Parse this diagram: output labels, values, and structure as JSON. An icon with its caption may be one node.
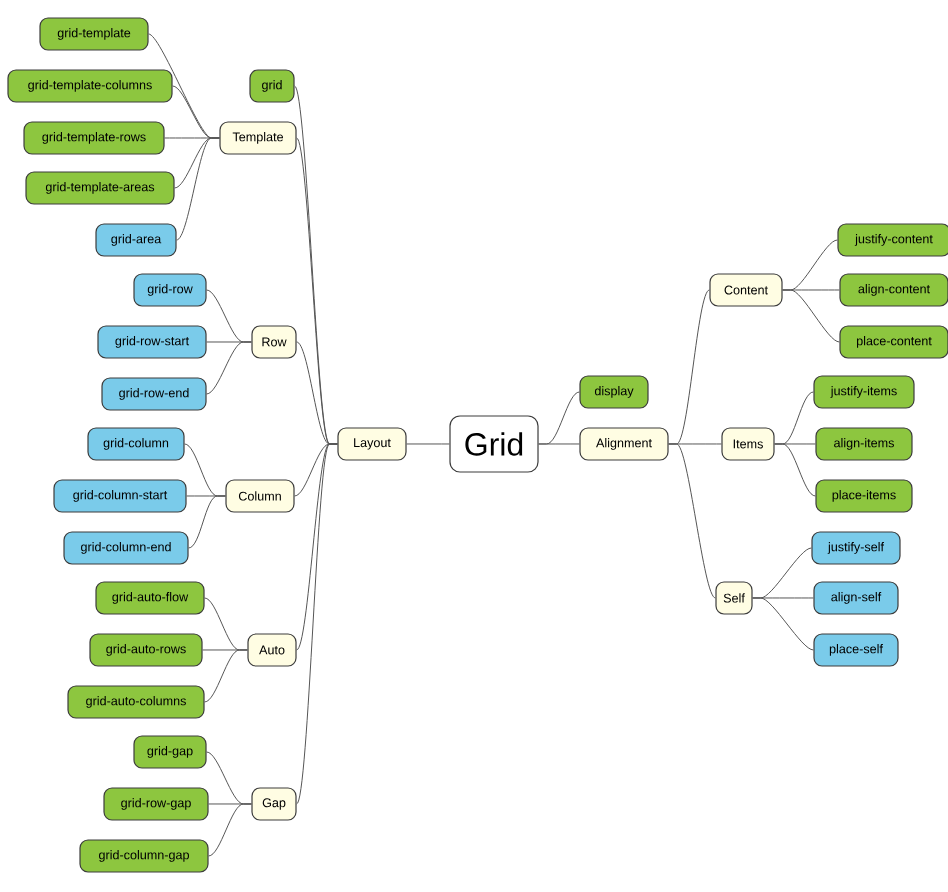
{
  "diagram": {
    "nodes": [
      {
        "text": [
          "Grid"
        ]
      },
      {
        "text": [
          "Layout"
        ]
      },
      {
        "text": [
          "grid"
        ]
      },
      {
        "text": [
          "Template"
        ]
      },
      {
        "text": [
          "grid-template"
        ]
      },
      {
        "text": [
          "grid-template-columns"
        ]
      },
      {
        "text": [
          "grid-template-rows"
        ]
      },
      {
        "text": [
          "grid-template-areas"
        ]
      },
      {
        "text": [
          "grid-area"
        ]
      },
      {
        "text": [
          "Row"
        ]
      },
      {
        "text": [
          "grid-row"
        ]
      },
      {
        "text": [
          "grid-row-start"
        ]
      },
      {
        "text": [
          "grid-row-end"
        ]
      },
      {
        "text": [
          "Column"
        ]
      },
      {
        "text": [
          "grid-column"
        ]
      },
      {
        "text": [
          "grid-column-start"
        ]
      },
      {
        "text": [
          "grid-column-end"
        ]
      },
      {
        "text": [
          "Auto"
        ]
      },
      {
        "text": [
          "grid-auto-flow"
        ]
      },
      {
        "text": [
          "grid-auto-rows"
        ]
      },
      {
        "text": [
          "grid-auto-columns"
        ]
      },
      {
        "text": [
          "Gap"
        ]
      },
      {
        "text": [
          "grid-gap"
        ]
      },
      {
        "text": [
          "grid-row-gap"
        ]
      },
      {
        "text": [
          "grid-column-gap"
        ]
      },
      {
        "text": [
          "display"
        ]
      },
      {
        "text": [
          "Alignment"
        ]
      },
      {
        "text": [
          "Content"
        ]
      },
      {
        "text": [
          "justify-content"
        ]
      },
      {
        "text": [
          "align-content"
        ]
      },
      {
        "text": [
          "place-content"
        ]
      },
      {
        "text": [
          "Items"
        ]
      },
      {
        "text": [
          "justify-items"
        ]
      },
      {
        "text": [
          "align-items"
        ]
      },
      {
        "text": [
          "place-items"
        ]
      },
      {
        "text": [
          "Self"
        ]
      },
      {
        "text": [
          "justify-self"
        ]
      },
      {
        "text": [
          "align-self"
        ]
      },
      {
        "text": [
          "place-self"
        ]
      }
    ],
    "edges": [
      {
        "from": 0,
        "to": 1,
        "arrow": "none"
      },
      {
        "from": 1,
        "to": 2,
        "arrow": "none"
      },
      {
        "from": 1,
        "to": 3,
        "arrow": "none"
      },
      {
        "from": 3,
        "to": 4,
        "arrow": "none"
      },
      {
        "from": 3,
        "to": 5,
        "arrow": "none"
      },
      {
        "from": 3,
        "to": 6,
        "arrow": "none"
      },
      {
        "from": 3,
        "to": 7,
        "arrow": "none"
      },
      {
        "from": 3,
        "to": 8,
        "arrow": "none"
      },
      {
        "from": 1,
        "to": 9,
        "arrow": "none"
      },
      {
        "from": 9,
        "to": 10,
        "arrow": "none"
      },
      {
        "from": 9,
        "to": 11,
        "arrow": "none"
      },
      {
        "from": 9,
        "to": 12,
        "arrow": "none"
      },
      {
        "from": 1,
        "to": 13,
        "arrow": "none"
      },
      {
        "from": 13,
        "to": 14,
        "arrow": "none"
      },
      {
        "from": 13,
        "to": 15,
        "arrow": "none"
      },
      {
        "from": 13,
        "to": 16,
        "arrow": "none"
      },
      {
        "from": 1,
        "to": 17,
        "arrow": "none"
      },
      {
        "from": 17,
        "to": 18,
        "arrow": "none"
      },
      {
        "from": 17,
        "to": 19,
        "arrow": "none"
      },
      {
        "from": 17,
        "to": 20,
        "arrow": "none"
      },
      {
        "from": 1,
        "to": 21,
        "arrow": "none"
      },
      {
        "from": 21,
        "to": 22,
        "arrow": "none"
      },
      {
        "from": 21,
        "to": 23,
        "arrow": "none"
      },
      {
        "from": 21,
        "to": 24,
        "arrow": "none"
      },
      {
        "from": 0,
        "to": 25,
        "arrow": "none"
      },
      {
        "from": 0,
        "to": 26,
        "arrow": "none"
      },
      {
        "from": 26,
        "to": 27,
        "arrow": "none"
      },
      {
        "from": 27,
        "to": 28,
        "arrow": "none"
      },
      {
        "from": 27,
        "to": 29,
        "arrow": "none"
      },
      {
        "from": 27,
        "to": 30,
        "arrow": "none"
      },
      {
        "from": 26,
        "to": 31,
        "arrow": "none"
      },
      {
        "from": 31,
        "to": 32,
        "arrow": "none"
      },
      {
        "from": 31,
        "to": 33,
        "arrow": "none"
      },
      {
        "from": 31,
        "to": 34,
        "arrow": "none"
      },
      {
        "from": 26,
        "to": 35,
        "arrow": "none"
      },
      {
        "from": 35,
        "to": 36,
        "arrow": "none"
      },
      {
        "from": 35,
        "to": 37,
        "arrow": "none"
      },
      {
        "from": 35,
        "to": 38,
        "arrow": "none"
      }
    ]
  }
}
